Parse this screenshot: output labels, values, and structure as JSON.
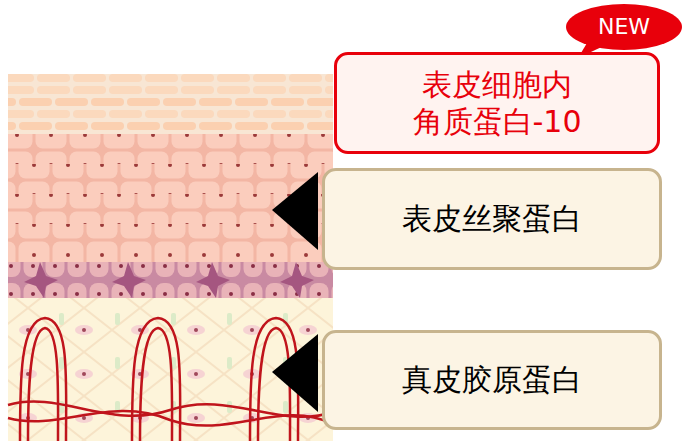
{
  "diagram": {
    "nodes": [
      {
        "text": [
          "NEW"
        ]
      },
      {
        "text": [
          "表皮细胞内 角质蛋白-10"
        ]
      },
      {
        "text": [
          "表皮丝聚蛋白"
        ]
      },
      {
        "text": [
          "真皮胶原蛋白"
        ]
      }
    ]
  }
}
